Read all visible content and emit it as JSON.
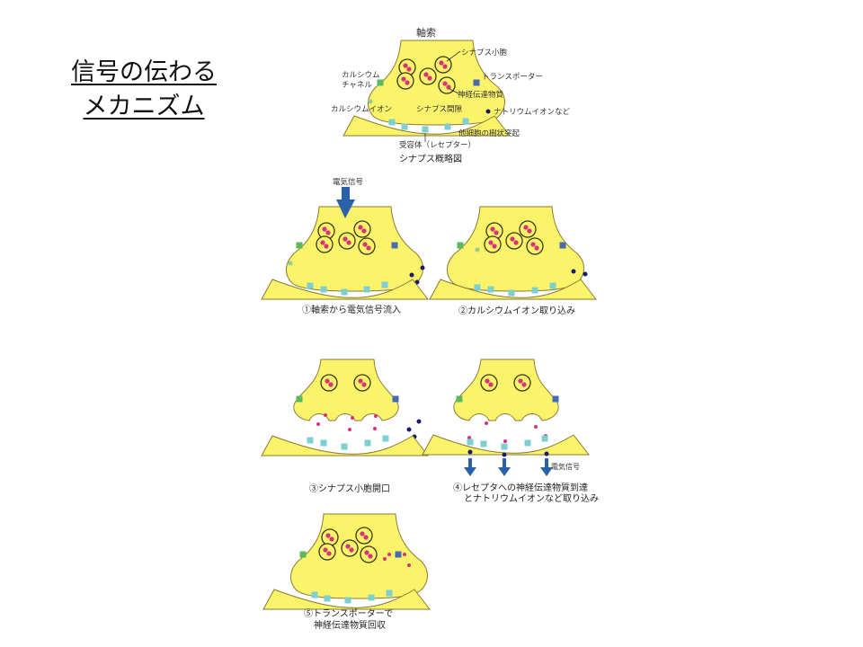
{
  "slide": {
    "title_line1": "信号の伝わる",
    "title_line2": "メカニズム"
  },
  "overview": {
    "axon_label": "軸索",
    "vesicle_label": "シナプス小胞",
    "calcium_channel_label_1": "カルシウム",
    "calcium_channel_label_2": "チャネル",
    "transporter_label": "トランスポーター",
    "neurotransmitter_label": "神経伝達物質",
    "calcium_ion_label": "カルシウムイオン",
    "synaptic_cleft_label": "シナプス間隙",
    "sodium_ion_label": "ナトリウムイオンなど",
    "dendrite_label": "他細胞の樹状突起",
    "receptor_label": "受容体（レセプター）",
    "caption": "シナプス概略図"
  },
  "steps": [
    {
      "caption": "①軸索から電気信号流入",
      "signal_label": "電気信号"
    },
    {
      "caption": "②カルシウムイオン取り込み"
    },
    {
      "caption": "③シナプス小胞開口"
    },
    {
      "caption_line1": "④レセプタへの神経伝達物質到達",
      "caption_line2": "とナトリウムイオンなど取り込み",
      "signal_label": "電気信号"
    },
    {
      "caption_line1": "⑤トランスポーターで",
      "caption_line2": "神経伝達物質回収"
    }
  ],
  "colors": {
    "membrane_fill": "#fbf36a",
    "membrane_stroke": "#8a7a30",
    "calcium_channel": "#5cb85c",
    "transporter": "#4a6ab0",
    "receptor": "#7ecfcf",
    "neurotransmitter": "#d6337a",
    "sodium_ion": "#1a1a6e",
    "arrow": "#2a62a8"
  }
}
